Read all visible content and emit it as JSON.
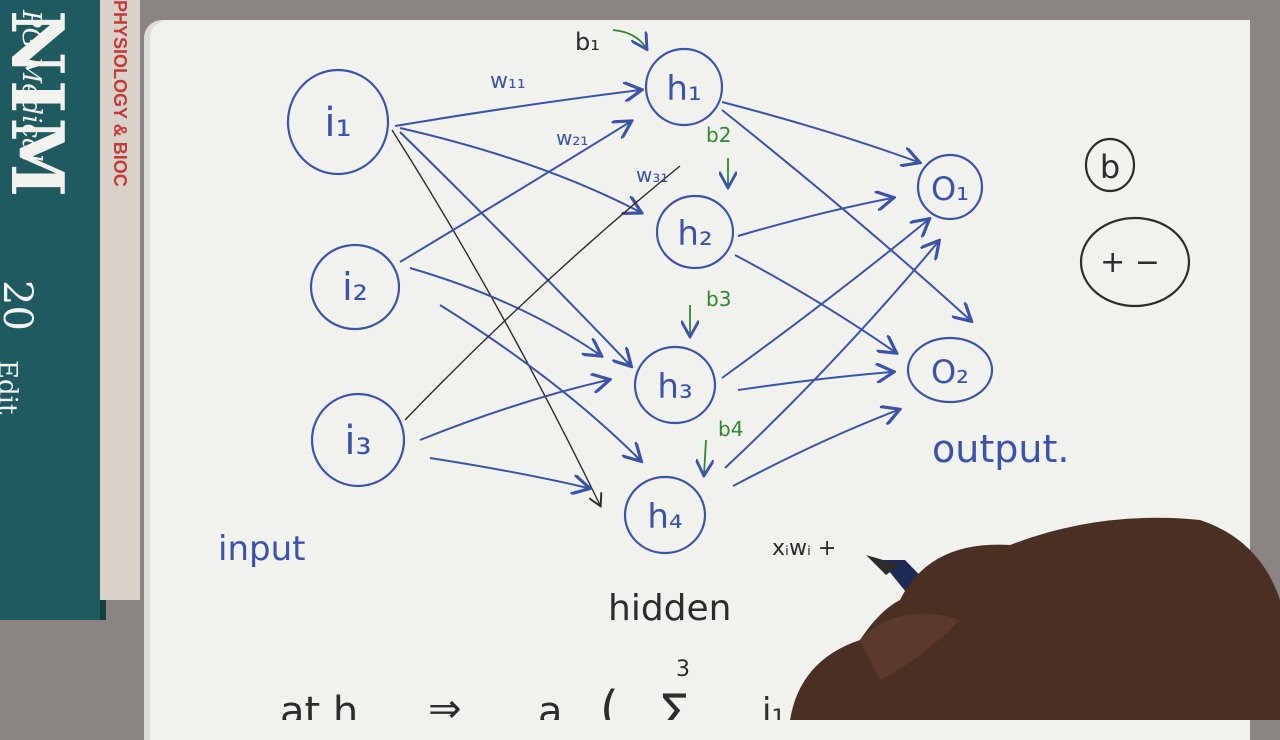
{
  "book": {
    "title": "NIM",
    "subtitle": "PG Medical",
    "year": "20",
    "edition_word": "Edit",
    "spine_label": "PHYSIOLOGY & BIOC"
  },
  "diagram": {
    "nodes": {
      "i1": "i₁",
      "i2": "i₂",
      "i3": "i₃",
      "h1": "h₁",
      "h2": "h₂",
      "h3": "h₃",
      "h4": "h₄",
      "o1": "O₁",
      "o2": "O₂",
      "b": "b",
      "pm": "+ −"
    },
    "weights": {
      "w11": "w₁₁",
      "w21": "w₂₁",
      "w31": "w₃₁"
    },
    "biases": {
      "b1": "b₁",
      "b2": "b2",
      "b3": "b3",
      "b4": "b4"
    },
    "layer_labels": {
      "input": "input",
      "hidden": "hidden",
      "output": "output."
    },
    "formula_partial": "xᵢwᵢ +",
    "bottom_line": {
      "left": "at h",
      "arrow": "⇒",
      "a": "a",
      "paren": "(",
      "sigma": "Σ",
      "upper": "3",
      "term": "i₁"
    }
  },
  "colors": {
    "ink_blue": "#3b54a8",
    "ink_green": "#2f8a2f",
    "ink_black": "#2c2c2c"
  }
}
